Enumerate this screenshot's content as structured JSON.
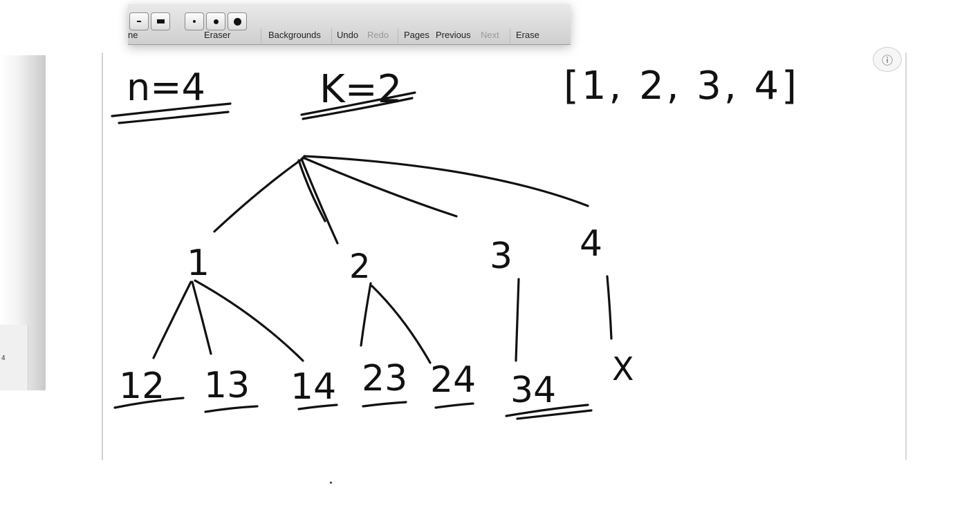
{
  "toolbar": {
    "items": [
      "ne",
      "Eraser",
      "Backgrounds",
      "Undo",
      "Redo",
      "Pages",
      "Previous",
      "Next",
      "Erase"
    ],
    "disabled": [
      "Redo",
      "Next"
    ]
  },
  "side": {
    "label": "4"
  },
  "board": {
    "n_label": "n=4",
    "k_label": "K=2",
    "array_label": "[1, 2, 3, 4]",
    "level1": [
      "1",
      "2",
      "3",
      "4"
    ],
    "leaves": [
      "12",
      "13",
      "14",
      "23",
      "24",
      "34"
    ],
    "dead_end": "X"
  }
}
